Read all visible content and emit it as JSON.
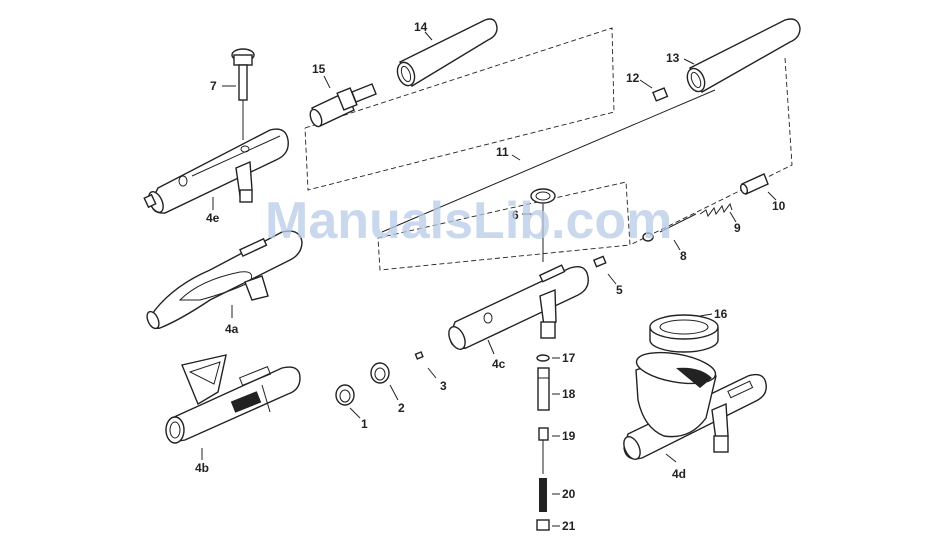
{
  "watermark": "ManualsLib.com",
  "labels": {
    "l1": "1",
    "l2": "2",
    "l3": "3",
    "l4a": "4a",
    "l4b": "4b",
    "l4c": "4c",
    "l4d": "4d",
    "l4e": "4e",
    "l5": "5",
    "l6": "6",
    "l7": "7",
    "l8": "8",
    "l9": "9",
    "l10": "10",
    "l11": "11",
    "l12": "12",
    "l13": "13",
    "l14": "14",
    "l15": "15",
    "l16": "16",
    "l17": "17",
    "l18": "18",
    "l19": "19",
    "l20": "20",
    "l21": "21"
  }
}
